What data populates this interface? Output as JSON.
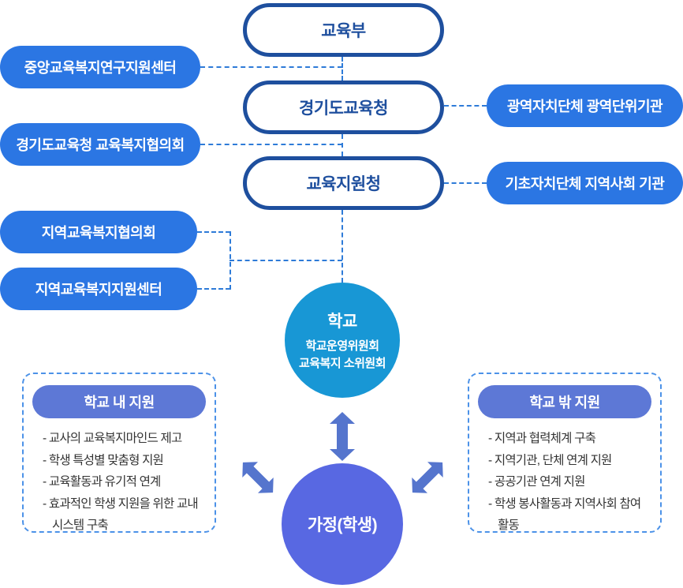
{
  "diagram": {
    "center_nodes": [
      {
        "label": "교육부"
      },
      {
        "label": "경기도교육청"
      },
      {
        "label": "교육지원청"
      }
    ],
    "left_nodes": [
      {
        "label": "중앙교육복지연구지원센터"
      },
      {
        "label": "경기도교육청 교육복지협의회"
      },
      {
        "label": "지역교육복지협의회"
      },
      {
        "label": "지역교육복지지원센터"
      }
    ],
    "right_nodes": [
      {
        "label": "광역자치단체 광역단위기관"
      },
      {
        "label": "기초자치단체 지역사회 기관"
      }
    ],
    "school_circle": {
      "title": "학교",
      "subtitle_line1": "학교운영위원회",
      "subtitle_line2": "교육복지 소위원회"
    },
    "family_circle": {
      "label": "가정(학생)"
    },
    "in_school_box": {
      "title": "학교 내 지원",
      "items": [
        "교사의 교육복지마인드 제고",
        "학생 특성별 맞춤형 지원",
        "교육활동과 유기적 연계",
        "효과적인 학생 지원을 위한 교내 시스템 구축"
      ]
    },
    "out_school_box": {
      "title": "학교 밖 지원",
      "items": [
        "지역과 협력체계 구축",
        "지역기관, 단체 연계 지원",
        "공공기관 연계 지원",
        "학생 봉사활동과 지역사회 참여활동"
      ]
    },
    "colors": {
      "outline_navy": "#1e4f9e",
      "filled_blue": "#2b76e3",
      "connector_blue": "#2e7bd8",
      "school_circle": "#1897d5",
      "family_circle": "#5868e2",
      "arrow_blue": "#5575cd",
      "box_header_blue": "#5d78d6",
      "box_border_blue": "#4c92e8",
      "body_text": "#333333"
    }
  }
}
